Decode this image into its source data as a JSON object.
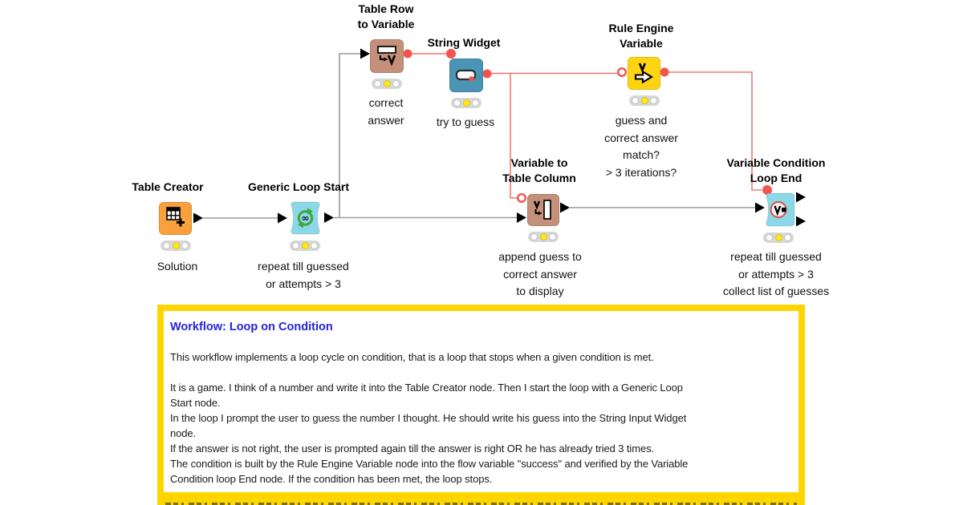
{
  "workflow": {
    "kind": "KNIME workflow canvas",
    "colors": {
      "data_connection": "#9A9A9A",
      "flow_variable_connection": "#F4756E",
      "flow_variable_port": "#F4544C",
      "traffic_light_lit": "#FFE817",
      "annotation_border": "#FFD500",
      "annotation_title": "#2323DB"
    }
  },
  "nodes": [
    {
      "title_lines": [
        "Table Creator"
      ],
      "caption_lines": [
        "Solution"
      ],
      "color": "#F9A13C",
      "traffic_light": "yellow",
      "icon": "table-grid-plus-icon"
    },
    {
      "title_lines": [
        "Generic Loop Start"
      ],
      "caption_lines": [
        "repeat till guessed",
        "or attempts > 3"
      ],
      "color": "#8BD8E8",
      "traffic_light": "yellow",
      "icon": "loop-arrows-infinity-icon"
    },
    {
      "title_lines": [
        "Table Row",
        "to Variable"
      ],
      "caption_lines": [
        "correct",
        "answer"
      ],
      "color": "#C5907A",
      "traffic_light": "yellow",
      "icon": "row-to-variable-icon"
    },
    {
      "title_lines": [
        "String Widget"
      ],
      "caption_lines": [
        "try to guess"
      ],
      "color": "#4A94B5",
      "traffic_light": "yellow",
      "icon": "text-input-box-icon"
    },
    {
      "title_lines": [
        "Rule Engine",
        "Variable"
      ],
      "caption_lines": [
        "guess and",
        "correct answer",
        "match?",
        "> 3 iterations?"
      ],
      "color": "#FFD513",
      "traffic_light": "yellow",
      "icon": "variable-arrow-icon"
    },
    {
      "title_lines": [
        "Variable to",
        "Table Column"
      ],
      "caption_lines": [
        "append guess to",
        "correct answer",
        "to display"
      ],
      "color": "#C5907A",
      "traffic_light": "yellow",
      "icon": "variable-to-column-icon"
    },
    {
      "title_lines": [
        "Variable Condition",
        "Loop End"
      ],
      "caption_lines": [
        "repeat till guessed",
        "or attempts > 3",
        "collect list of guesses"
      ],
      "color": "#8BD8E8",
      "traffic_light": "yellow",
      "icon": "variable-condition-stop-icon"
    }
  ],
  "connections": [
    {
      "from": "Table Creator",
      "to": "Generic Loop Start",
      "type": "data"
    },
    {
      "from": "Generic Loop Start",
      "to": "Table Row to Variable",
      "type": "data"
    },
    {
      "from": "Generic Loop Start",
      "to": "Variable to Table Column",
      "type": "data"
    },
    {
      "from": "Table Row to Variable",
      "to": "String Widget",
      "type": "flow-variable"
    },
    {
      "from": "String Widget",
      "to": "Rule Engine Variable",
      "type": "flow-variable"
    },
    {
      "from": "String Widget",
      "to": "Variable to Table Column",
      "type": "flow-variable"
    },
    {
      "from": "Rule Engine Variable",
      "to": "Variable Condition Loop End",
      "type": "flow-variable"
    },
    {
      "from": "Variable to Table Column",
      "to": "Variable Condition Loop End",
      "type": "data"
    }
  ],
  "annotation": {
    "title": "Workflow: Loop on Condition",
    "body_lines": [
      "",
      "This workflow implements a loop cycle on condition, that is a loop that stops when a given condition is met.",
      "",
      "It is a game. I think of a number and write it into the Table Creator node. Then I start the loop with a Generic Loop",
      "Start node.",
      "In the loop I prompt the user to guess the number I thought. He should write his guess into the String Input Widget",
      "node.",
      "If the answer is not right, the user is prompted again till the answer is right OR he has already tried 3 times.",
      "The condition is built by the Rule Engine Variable node into the flow variable \"success\" and verified by the Variable",
      "Condition loop End node. If the condition has been met, the loop stops."
    ]
  }
}
